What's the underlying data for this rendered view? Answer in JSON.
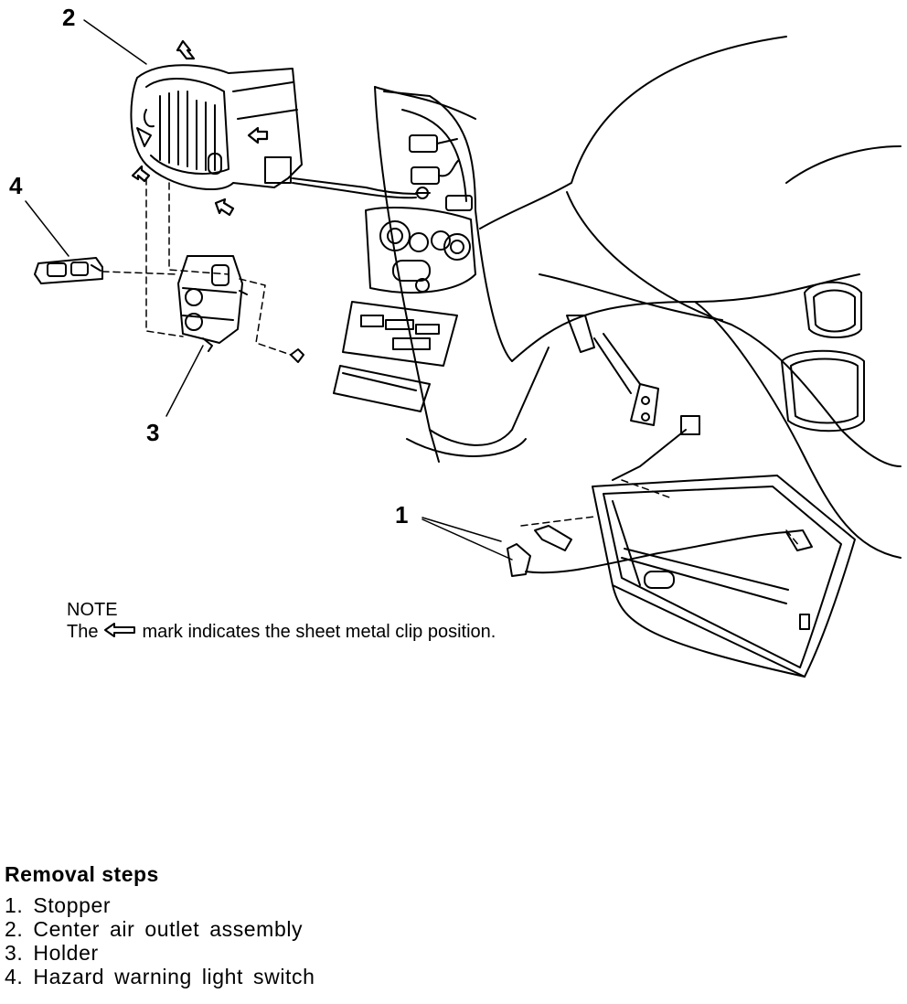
{
  "callouts": {
    "c1": "1",
    "c2": "2",
    "c3": "3",
    "c4": "4"
  },
  "note": {
    "heading": "NOTE",
    "prefix": "The",
    "symbol_icon": "outline-arrow-left-icon",
    "suffix": "mark indicates the sheet metal clip position."
  },
  "removal": {
    "heading": "Removal steps",
    "steps": [
      "1. Stopper",
      "2. Center air outlet assembly",
      "3. Holder",
      "4. Hazard warning light switch"
    ]
  }
}
